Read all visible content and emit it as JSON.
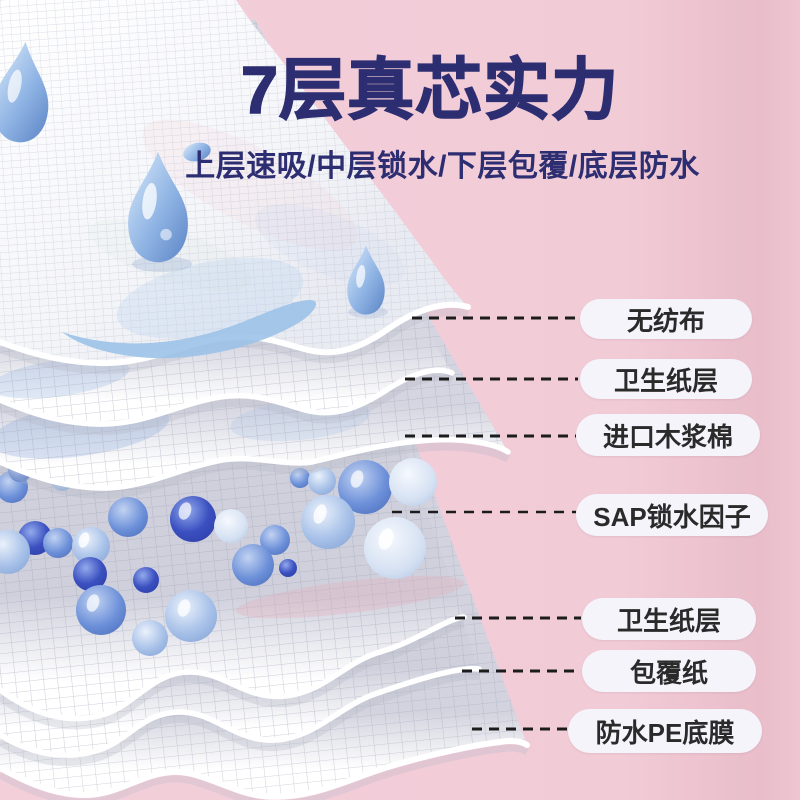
{
  "header": {
    "title": "7层真芯实力",
    "subtitle": "上层速吸/中层锁水/下层包覆/底层防水"
  },
  "labels": [
    {
      "text": "无纺布"
    },
    {
      "text": "卫生纸层"
    },
    {
      "text": "进口木浆棉"
    },
    {
      "text": "SAP锁水因子"
    },
    {
      "text": "卫生纸层"
    },
    {
      "text": "包覆纸"
    },
    {
      "text": "防水PE底膜"
    }
  ],
  "illustration": {
    "description": "7-layer absorbent pad cross-section: wavy white mesh fabric layers, blue water droplets and swoosh on top surface, blue SAP beads between middle layers",
    "layer_count": 7
  },
  "colors": {
    "background_pink": "#f1cbd6",
    "background_pink_edge": "#e9bdca",
    "title_navy": "#2d2d71",
    "label_pill_bg": "#f5f4fb",
    "label_text": "#2a2a2a",
    "pointer_line": "#1c1c1c",
    "fabric_white": "#ffffff",
    "fabric_shade": "#d6d7e1",
    "bead_deep_blue": "#3b50c0",
    "bead_medium_blue": "#6b8fd8",
    "bead_light_blue": "#a6c0e8",
    "bead_pale_blue": "#d4e0f2",
    "water_drop_blue": "#8fb4e4"
  }
}
